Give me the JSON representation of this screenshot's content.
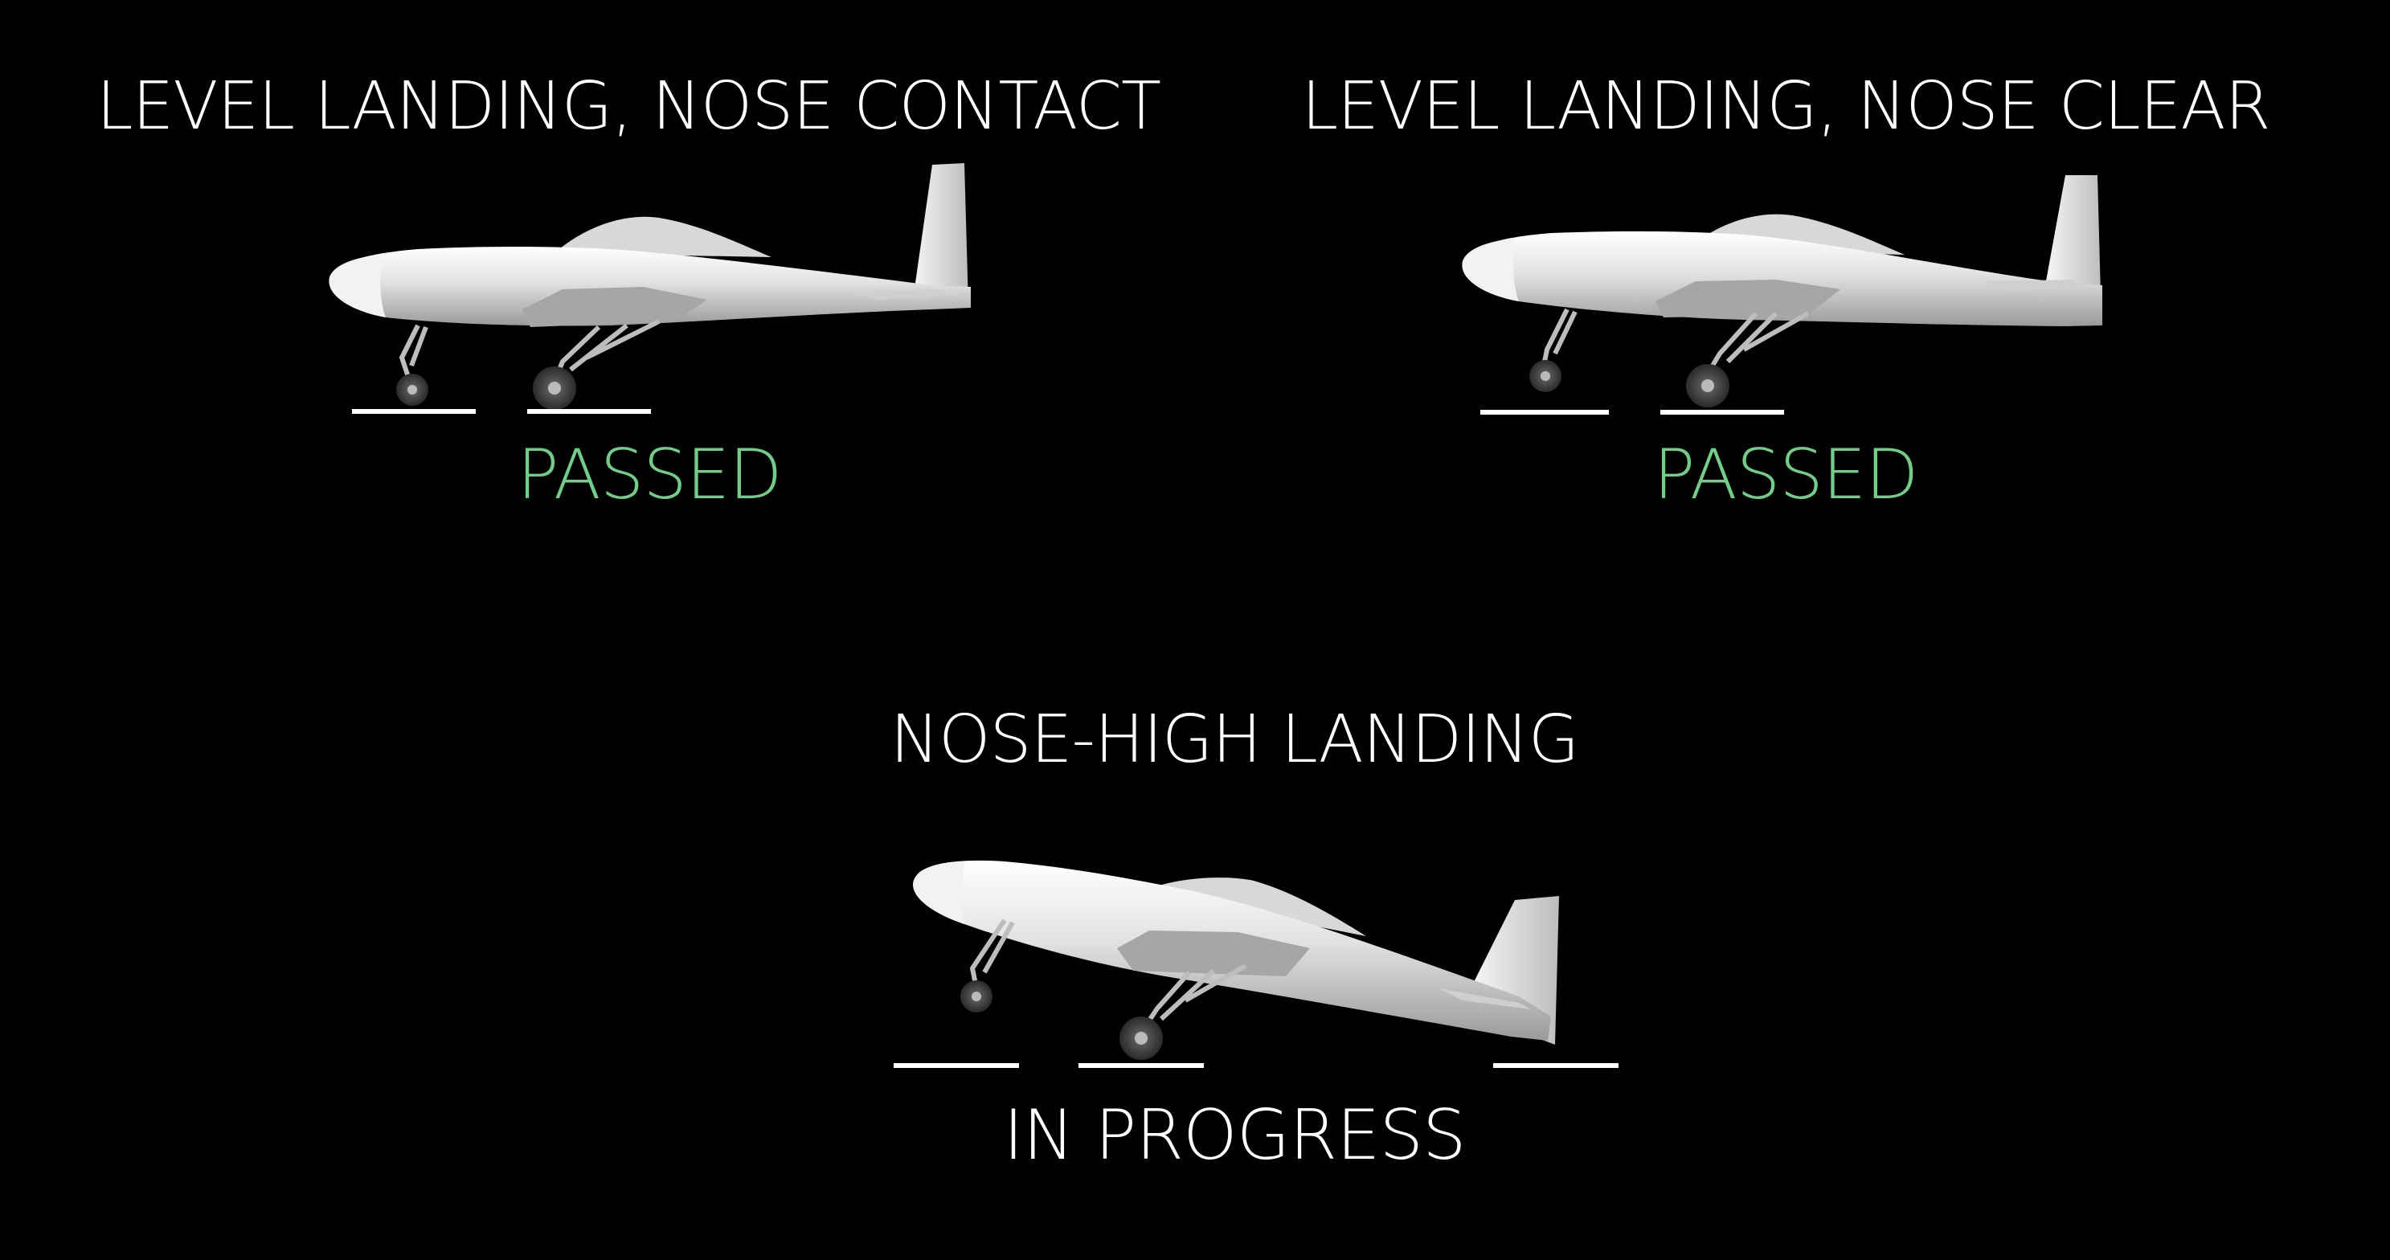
{
  "colors": {
    "background": "#000000",
    "title_text": "#ffffff",
    "passed": "#6fcf86",
    "in_progress": "#ffffff",
    "aircraft": "#e4e4e4",
    "ground_line": "#ffffff"
  },
  "panels": [
    {
      "title": "LEVEL LANDING, NOSE CONTACT",
      "status": "PASSED",
      "status_color": "#6fcf86"
    },
    {
      "title": "LEVEL LANDING, NOSE CLEAR",
      "status": "PASSED",
      "status_color": "#6fcf86"
    },
    {
      "title": "NOSE-HIGH LANDING",
      "status": "IN PROGRESS",
      "status_color": "#ffffff"
    }
  ]
}
